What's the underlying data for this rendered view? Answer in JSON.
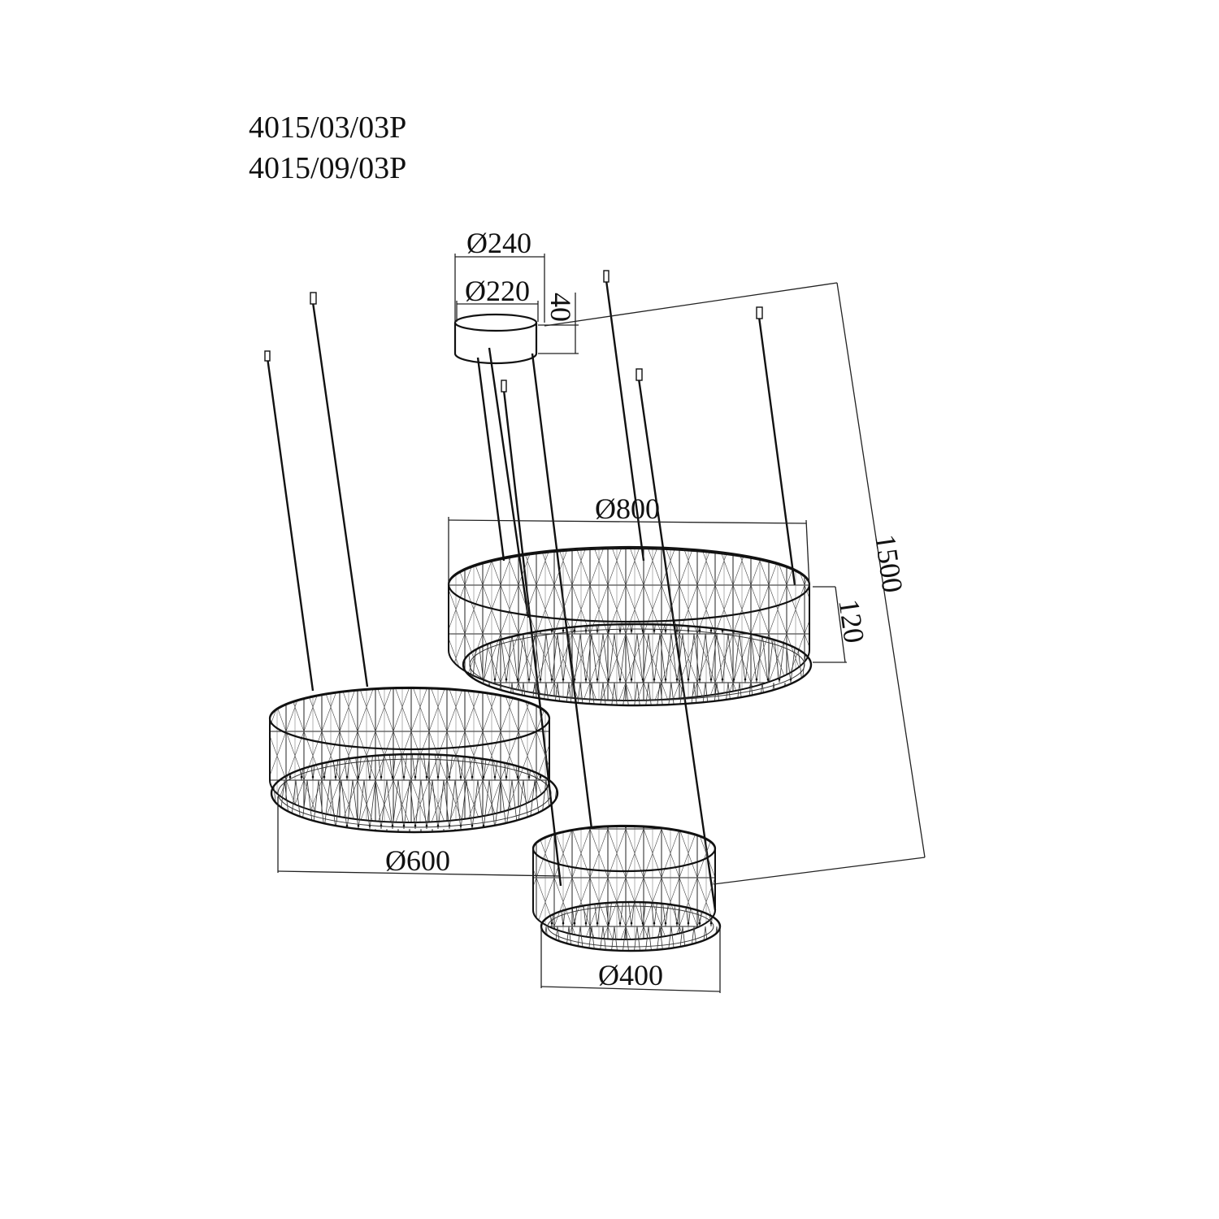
{
  "model_codes": [
    "4015/03/03P",
    "4015/09/03P"
  ],
  "dimensions": {
    "canopy_outer": "Ø240",
    "canopy_inner": "Ø220",
    "canopy_height": "40",
    "total_height": "1500",
    "ring_large_diameter": "Ø800",
    "ring_height": "120",
    "ring_medium_diameter": "Ø600",
    "ring_small_diameter": "Ø400"
  }
}
